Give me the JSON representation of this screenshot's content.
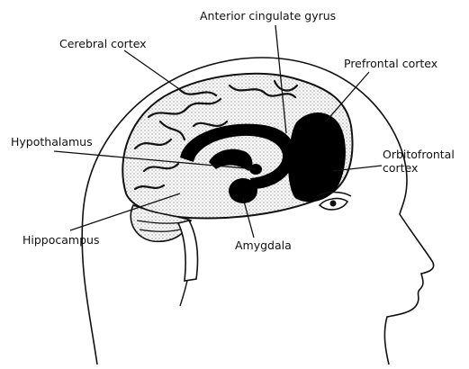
{
  "labels": {
    "anterior_cingulate_gyrus": "Anterior cingulate gyrus",
    "cerebral_cortex": "Cerebral cortex",
    "prefrontal_cortex": "Prefrontal cortex",
    "hypothalamus": "Hypothalamus",
    "orbitofrontal_line1": "Orbitofrontal",
    "orbitofrontal_line2": "cortex",
    "hippocampus": "Hippocampus",
    "amygdala": "Amygdala"
  },
  "colors": {
    "ink": "#111111",
    "background": "#ffffff",
    "cortex_stipple": "#bdbdbd",
    "highlight_fill": "#000000"
  }
}
